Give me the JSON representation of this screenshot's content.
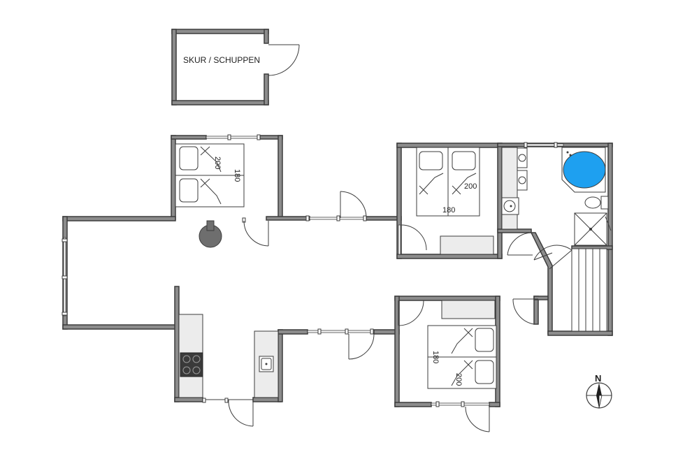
{
  "shed": {
    "label": "SKUR / SCHUPPEN"
  },
  "beds": [
    {
      "length_label": "200",
      "width_label": "180"
    },
    {
      "length_label": "200",
      "width_label": "180"
    },
    {
      "length_label": "200",
      "width_label": "180"
    }
  ],
  "compass": {
    "label": "N"
  },
  "colors": {
    "wall": "#8c8c8c",
    "line": "#3c3c3c",
    "bathtub": "#1ea0f0",
    "stove": "#3a3a3a",
    "chimney": "#6e6e6e",
    "counter": "#ececec"
  }
}
